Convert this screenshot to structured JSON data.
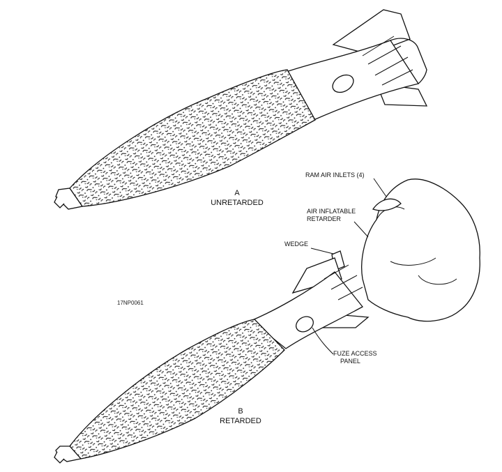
{
  "figure_id": "17NP0061",
  "views": [
    {
      "letter": "A",
      "caption": "UNRETARDED"
    },
    {
      "letter": "B",
      "caption": "RETARDED"
    }
  ],
  "callouts": {
    "ram_air_inlets": "RAM AIR INLETS (4)",
    "retarder_line1": "AIR INFLATABLE",
    "retarder_line2": "RETARDER",
    "wedge": "WEDGE",
    "fuze_line1": "FUZE ACCESS",
    "fuze_line2": "PANEL"
  }
}
